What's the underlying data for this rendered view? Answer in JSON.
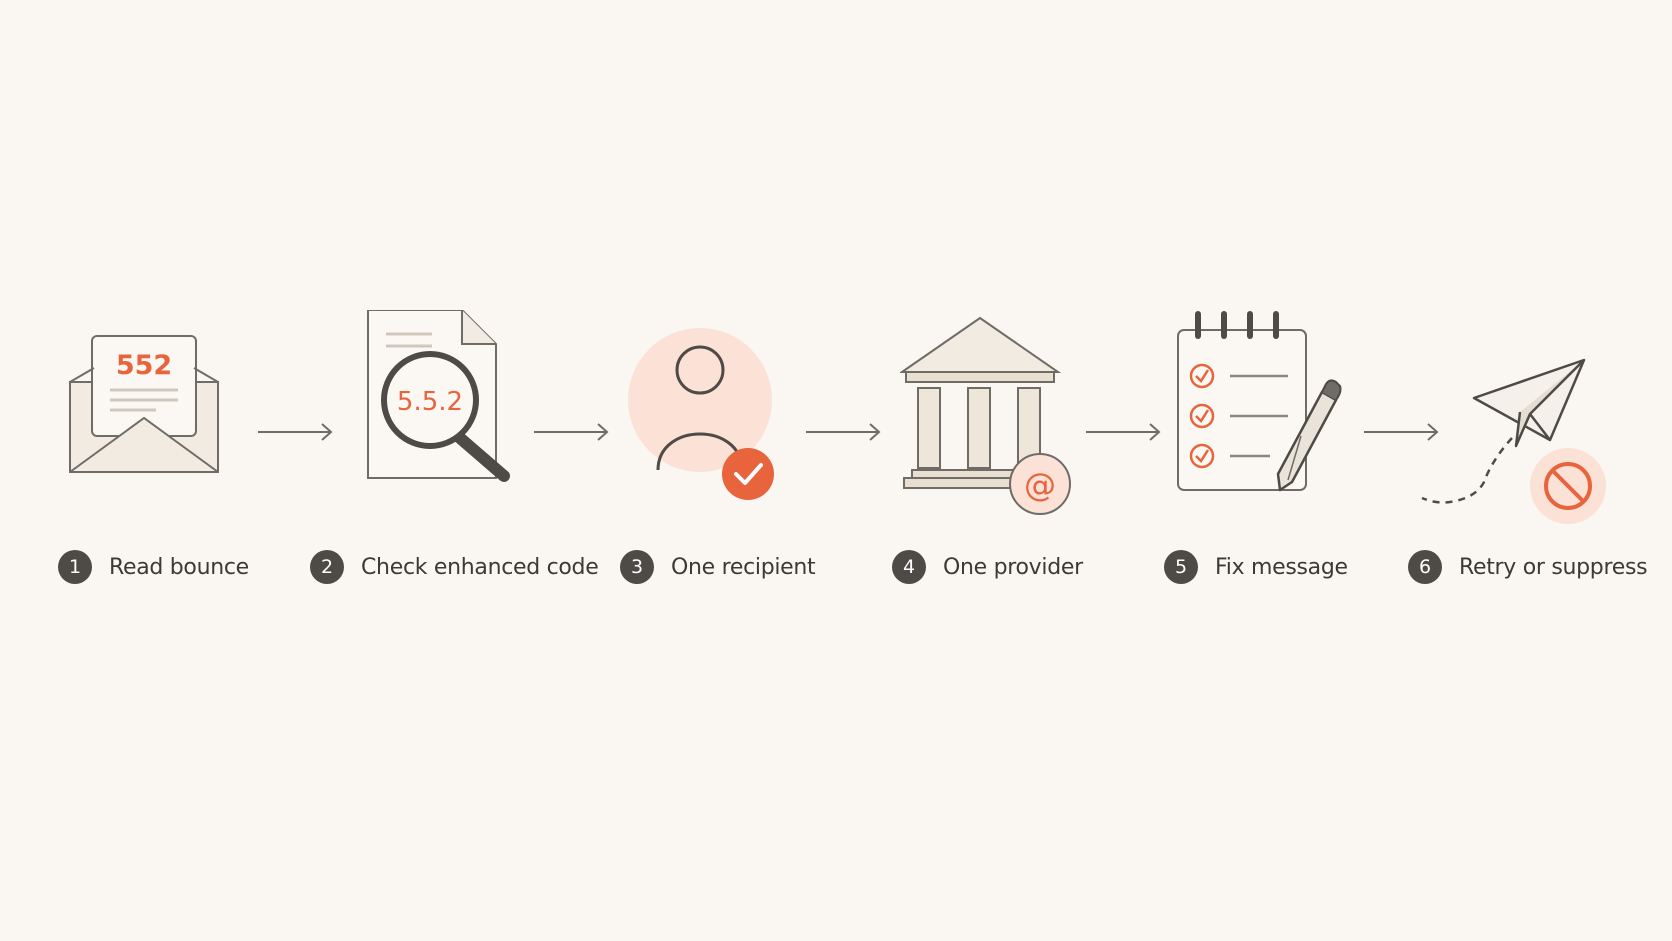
{
  "colors": {
    "background": "#faf7f2",
    "accent": "#e8643c",
    "accent_soft": "#fbe1d6",
    "stroke": "#6f6b66",
    "fill": "#f1ebe1",
    "badge": "#4e4b47"
  },
  "steps": [
    {
      "number": "1",
      "label": "Read bounce",
      "icon": "envelope-icon",
      "icon_text": "552"
    },
    {
      "number": "2",
      "label": "Check enhanced code",
      "icon": "magnifier-document-icon",
      "icon_text": "5.5.2"
    },
    {
      "number": "3",
      "label": "One recipient",
      "icon": "user-check-icon",
      "icon_text": ""
    },
    {
      "number": "4",
      "label": "One provider",
      "icon": "bank-at-icon",
      "icon_text": "@"
    },
    {
      "number": "5",
      "label": "Fix message",
      "icon": "checklist-pencil-icon",
      "icon_text": ""
    },
    {
      "number": "6",
      "label": "Retry or suppress",
      "icon": "paper-plane-block-icon",
      "icon_text": ""
    }
  ]
}
